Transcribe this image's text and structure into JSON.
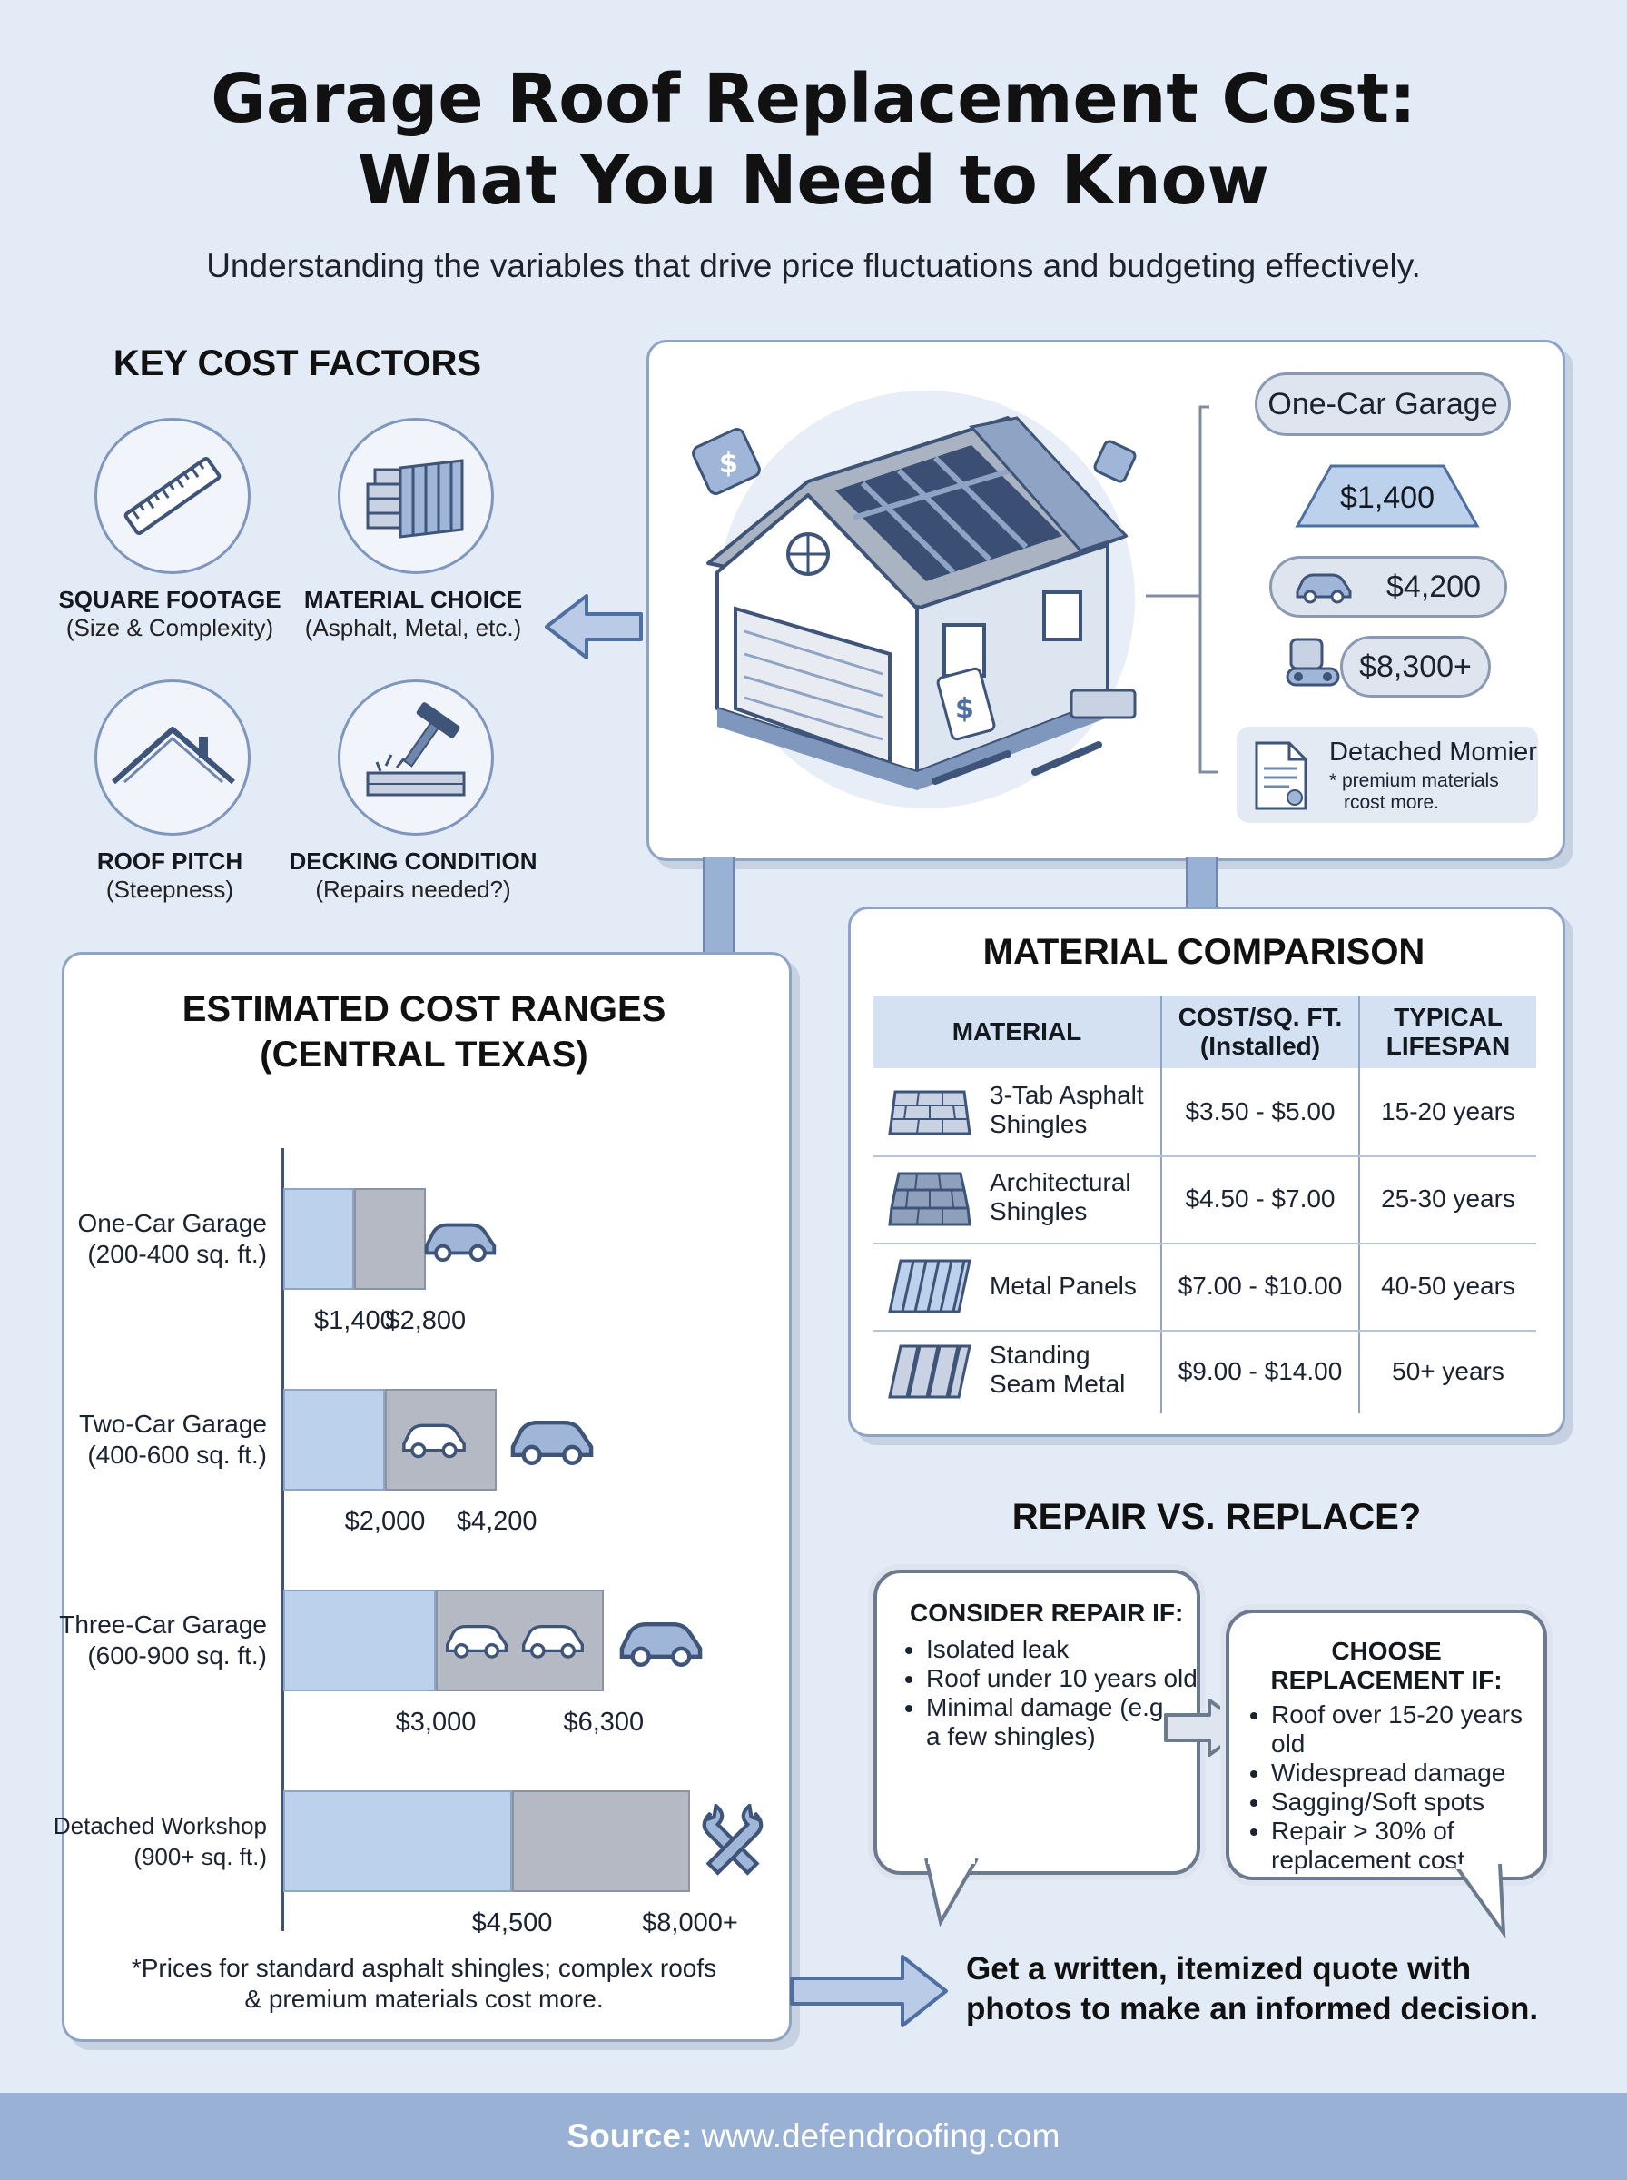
{
  "header": {
    "title_line1": "Garage Roof Replacement Cost:",
    "title_line2": "What You Need to Know",
    "subtitle": "Understanding the variables that drive price fluctuations and budgeting effectively."
  },
  "key_factors": {
    "heading": "KEY COST FACTORS",
    "items": [
      {
        "title": "SQUARE FOOTAGE",
        "sub": "(Size & Complexity)",
        "icon": "ruler-icon"
      },
      {
        "title": "MATERIAL CHOICE",
        "sub": "(Asphalt, Metal, etc.)",
        "icon": "roof-materials-icon"
      },
      {
        "title": "ROOF PITCH",
        "sub": "(Steepness)",
        "icon": "roof-pitch-icon"
      },
      {
        "title": "DECKING CONDITION",
        "sub": "(Repairs needed?)",
        "icon": "hammer-decking-icon"
      }
    ]
  },
  "hero": {
    "callout_title": "One-Car Garage",
    "tier_1": "$1,400",
    "tier_2": "$4,200",
    "tier_3": "$8,300+",
    "note_title": "Detached Momier",
    "note_line1": "* premium materials",
    "note_line2": "rcost more."
  },
  "cost_ranges": {
    "heading_line1": "ESTIMATED COST RANGES",
    "heading_line2": "(CENTRAL TEXAS)",
    "rows": [
      {
        "name": "One-Car Garage",
        "size": "(200-400 sq. ft.)",
        "low_label": "$1,400",
        "high_label": "$2,800"
      },
      {
        "name": "Two-Car Garage",
        "size": "(400-600 sq. ft.)",
        "low_label": "$2,000",
        "high_label": "$4,200"
      },
      {
        "name": "Three-Car Garage",
        "size": "(600-900 sq. ft.)",
        "low_label": "$3,000",
        "high_label": "$6,300"
      },
      {
        "name": "Detached Workshop",
        "size": "(900+ sq. ft.)",
        "low_label": "$4,500",
        "high_label": "$8,000+"
      }
    ],
    "footnote_line1": "*Prices for standard asphalt shingles; complex roofs",
    "footnote_line2": "& premium materials cost more."
  },
  "chart_data": {
    "type": "bar",
    "orientation": "horizontal",
    "categories": [
      "One-Car Garage",
      "Two-Car Garage",
      "Three-Car Garage",
      "Detached Workshop"
    ],
    "series": [
      {
        "values": [
          1400,
          2000,
          3000,
          4500
        ]
      },
      {
        "values": [
          2800,
          4200,
          6300,
          8000
        ]
      }
    ],
    "xlim": [
      0,
      8000
    ],
    "title": "ESTIMATED COST RANGES (CENTRAL TEXAS)"
  },
  "material_comparison": {
    "heading": "MATERIAL COMPARISON",
    "headers": [
      "MATERIAL",
      "COST/SQ. FT.",
      "(Installed)",
      "TYPICAL",
      "LIFESPAN"
    ],
    "rows": [
      {
        "material_line1": "3-Tab Asphalt",
        "material_line2": "Shingles",
        "cost": "$3.50 - $5.00",
        "life": "15-20 years",
        "icon": "asphalt-shingle-icon"
      },
      {
        "material_line1": "Architectural",
        "material_line2": "Shingles",
        "cost": "$4.50 - $7.00",
        "life": "25-30 years",
        "icon": "architectural-shingle-icon"
      },
      {
        "material_line1": "Metal Panels",
        "material_line2": "",
        "cost": "$7.00 - $10.00",
        "life": "40-50 years",
        "icon": "metal-panel-icon"
      },
      {
        "material_line1": "Standing",
        "material_line2": "Seam Metal",
        "cost": "$9.00 - $14.00",
        "life": "50+ years",
        "icon": "standing-seam-icon"
      }
    ]
  },
  "repair_replace": {
    "heading": "REPAIR VS. REPLACE?",
    "repair_title": "CONSIDER REPAIR IF:",
    "repair_items": [
      "Isolated leak",
      "Roof under 10 years old",
      "Minimal damage (e.g., a few shingles)"
    ],
    "replace_title_line1": "CHOOSE",
    "replace_title_line2": "REPLACEMENT IF:",
    "replace_items": [
      "Roof over 15-20 years old",
      "Widespread damage",
      "Sagging/Soft spots",
      "Repair > 30% of replacement cost"
    ]
  },
  "cta": {
    "line1": "Get a written, itemized quote with",
    "line2": "photos to make an informed decision."
  },
  "footer": {
    "source_label": "Source:",
    "source_url": "www.defendroofing.com"
  },
  "colors": {
    "background": "#e3ebf6",
    "accent": "#4f6fa3",
    "light_bar": "#bcd1ec",
    "dark_bar": "#b4b9c4",
    "footer": "#98b1d5"
  }
}
